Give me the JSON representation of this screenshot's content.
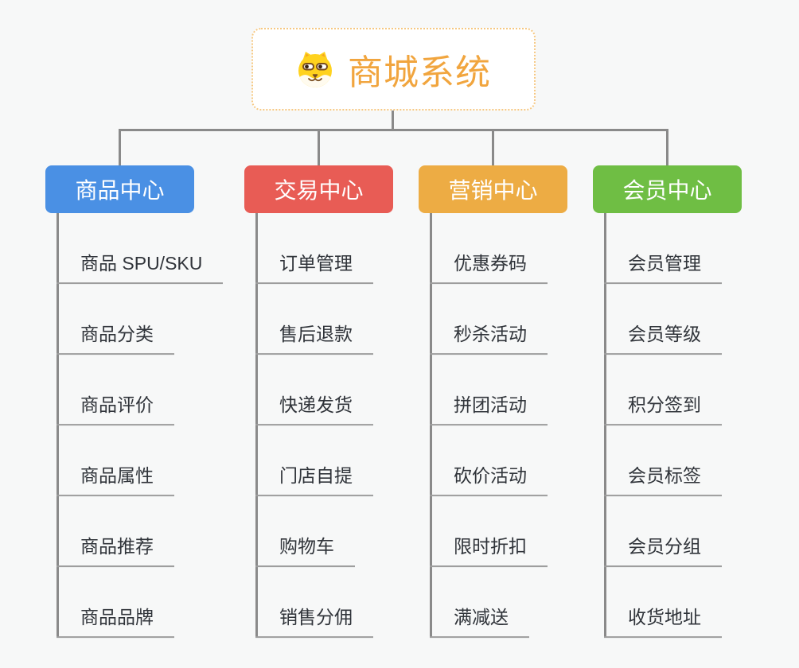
{
  "background_color": "#F7F8F8",
  "connector_color": "#8A8A8A",
  "underline_color": "#9D9D9D",
  "root": {
    "title": "商城系统",
    "icon": "dog-face-icon",
    "accent_color": "#F1A53E",
    "border_color": "#F6C882",
    "fill_color": "#FFFFFF"
  },
  "branches": [
    {
      "label": "商品中心",
      "color": "#4A90E4",
      "items": [
        "商品 SPU/SKU",
        "商品分类",
        "商品评价",
        "商品属性",
        "商品推荐",
        "商品品牌"
      ]
    },
    {
      "label": "交易中心",
      "color": "#E85C55",
      "items": [
        "订单管理",
        "售后退款",
        "快递发货",
        "门店自提",
        "购物车",
        "销售分佣"
      ]
    },
    {
      "label": "营销中心",
      "color": "#EDAC44",
      "items": [
        "优惠券码",
        "秒杀活动",
        "拼团活动",
        "砍价活动",
        "限时折扣",
        "满减送"
      ]
    },
    {
      "label": "会员中心",
      "color": "#6FBE44",
      "items": [
        "会员管理",
        "会员等级",
        "积分签到",
        "会员标签",
        "会员分组",
        "收货地址"
      ]
    }
  ]
}
